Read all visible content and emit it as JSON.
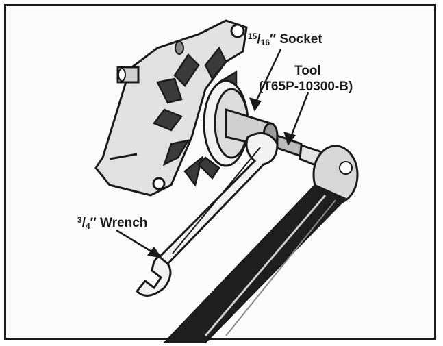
{
  "labels": {
    "socket": {
      "num": "15",
      "den": "16",
      "text": "″ Socket"
    },
    "tool": "Tool",
    "tool_part": "(T65P-10300-B)",
    "wrench": {
      "num": "3",
      "den": "4",
      "text": "″ Wrench"
    }
  },
  "colors": {
    "ink": "#1a1a1a",
    "paper": "#fbfbfb"
  }
}
